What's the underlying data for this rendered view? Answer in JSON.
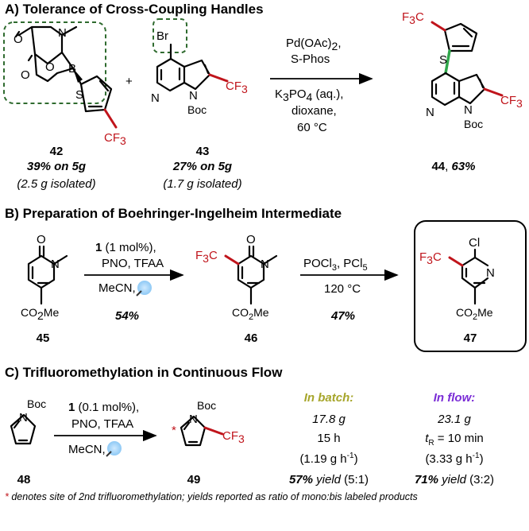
{
  "colors": {
    "cf3_red": "#c0141b",
    "batch_olive": "#a6a52a",
    "flow_purple": "#7a2cd6",
    "coupling_green": "#2fa64a",
    "highlight_dash": "#2f6b2f"
  },
  "sectionA": {
    "title": "A) Tolerance of Cross-Coupling Handles",
    "plus": "+",
    "conditions": [
      "Pd(OAc)",
      "2",
      ",",
      "S-Phos",
      "K",
      "3",
      "PO",
      "4",
      " (aq.),",
      "dioxane,",
      "60 °C"
    ],
    "c42": {
      "num": "42",
      "yield_pct": "39%",
      "yield_rest": " on 5g",
      "isolated": "(2.5 g isolated)"
    },
    "c43": {
      "num": "43",
      "yield_pct": "27%",
      "yield_rest": " on 5g",
      "isolated": "(1.7 g isolated)"
    },
    "c44": {
      "num": "44",
      "sep": ", ",
      "yield": "63%"
    },
    "atoms": {
      "O": "O",
      "N": "N",
      "B": "B",
      "S": "S",
      "Br": "Br",
      "Boc": "Boc",
      "CF3_a": "CF",
      "CF3_b": "3",
      "F3C_a": "F",
      "F3C_b": "3",
      "F3C_c": "C"
    }
  },
  "sectionB": {
    "title": "B) Preparation of Boehringer-Ingelheim Intermediate",
    "step1": {
      "cat_num": "1",
      "cat_rest": " (1 mol%),",
      "reagents": "PNO, TFAA",
      "solvent": "MeCN,",
      "yield": "54%"
    },
    "step2": {
      "reagents_a": "POCl",
      "reagents_a3": "3",
      "reagents_b": ", PCl",
      "reagents_b5": "5",
      "temp": "120 °C",
      "yield": "47%"
    },
    "c45": "45",
    "c46": "46",
    "c47": "47",
    "ester": {
      "a": "CO",
      "b": "2",
      "c": "Me"
    },
    "Cl": "Cl"
  },
  "sectionC": {
    "title": "C) Trifluoromethylation in Continuous Flow",
    "step": {
      "cat_num": "1",
      "cat_rest": " (0.1 mol%),",
      "reagents": "PNO, TFAA",
      "solvent": "MeCN,"
    },
    "c48": "48",
    "c49": "49",
    "star": "*",
    "batch": {
      "header": "In batch:",
      "mass": "17.8 g",
      "time": "15 h",
      "rate_a": "(1.19 g h",
      "rate_sup": "-1",
      "rate_b": ")",
      "yield_pct": "57%",
      "yield_word": " yield",
      "ratio": " (5:1)"
    },
    "flow": {
      "header": "In flow:",
      "mass": "23.1 g",
      "time_t": "t",
      "time_sub": "R",
      "time_rest": " = 10 min",
      "rate_a": "(3.33 g h",
      "rate_sup": "-1",
      "rate_b": ")",
      "yield_pct": "71%",
      "yield_word": " yield",
      "ratio": " (3:2)"
    }
  },
  "footnote": {
    "star": "*",
    "text": " denotes site of 2nd trifluoromethylation; yields reported as ratio of mono:bis labeled products"
  }
}
